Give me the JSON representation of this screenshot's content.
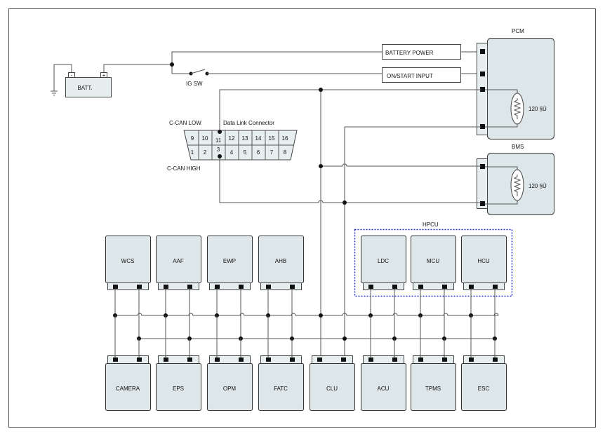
{
  "battery": {
    "label": "BATT.",
    "minus": "-",
    "plus": "+"
  },
  "ig_switch": "IG SW",
  "signals": {
    "battery_power": "BATTERY POWER",
    "on_start_input": "ON/START INPUT"
  },
  "pcm": {
    "title": "PCM",
    "resistor_label": "120  §Ù"
  },
  "bms": {
    "title": "BMS",
    "resistor_label": "120  §Ù"
  },
  "dlc": {
    "title": "Data Link Connector",
    "can_low": "C-CAN LOW",
    "can_high": "C-CAN HIGH",
    "top_pins": [
      "9",
      "10",
      "11",
      "12",
      "13",
      "14",
      "15",
      "16"
    ],
    "bottom_pins": [
      "1",
      "2",
      "3",
      "4",
      "5",
      "6",
      "7",
      "8"
    ]
  },
  "hpcu": {
    "title": "HPCU"
  },
  "upper_modules": [
    "WCS",
    "AAF",
    "EWP",
    "AHB"
  ],
  "hpcu_modules": [
    "LDC",
    "MCU",
    "HCU"
  ],
  "lower_modules": [
    "CAMERA",
    "EPS",
    "OPM",
    "FATC",
    "CLU",
    "ACU",
    "TPMS",
    "ESC"
  ]
}
